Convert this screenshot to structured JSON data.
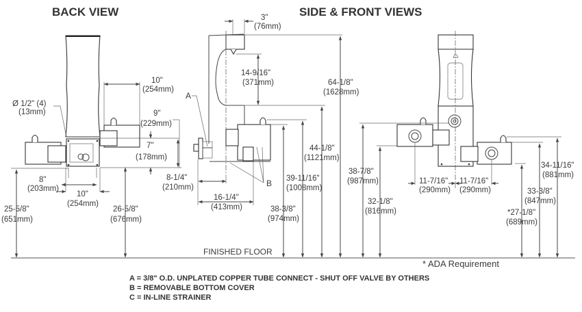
{
  "titles": {
    "back_view": "BACK VIEW",
    "side_front_views": "SIDE & FRONT VIEWS"
  },
  "back_view": {
    "hole_diameter": [
      "Ø 1/2\" (4)",
      "(13mm)"
    ],
    "width_top": [
      "10\"",
      "(254mm)"
    ],
    "height_9": [
      "9\"",
      "(229mm)"
    ],
    "height_7": [
      "7\"",
      "(178mm)"
    ],
    "width_8": [
      "8\"",
      "(203mm)"
    ],
    "width_10": [
      "10\"",
      "(254mm)"
    ],
    "height_25": [
      "25-5/8\"",
      "(651mm)"
    ],
    "height_26": [
      "26-5/8\"",
      "(676mm)"
    ]
  },
  "side_view": {
    "top_offset": [
      "3\"",
      "(76mm)"
    ],
    "spout_height": [
      "14-9/16\"",
      "(371mm)"
    ],
    "overall_height": [
      "64-1/8\"",
      "(1628mm)"
    ],
    "depth_8": [
      "8-1/4\"",
      "(210mm)"
    ],
    "depth_16": [
      "16-1/4\"",
      "(413mm)"
    ],
    "height_44": [
      "44-1/8\"",
      "(1121mm)"
    ],
    "height_39": [
      "39-11/16\"",
      "(1008mm)"
    ],
    "height_38": [
      "38-3/8\"",
      "(974mm)"
    ],
    "label_a": "A",
    "label_b": "B",
    "floor_label": "FINISHED FLOOR"
  },
  "front_view": {
    "height_38": [
      "38-7/8\"",
      "(987mm)"
    ],
    "height_32": [
      "32-1/8\"",
      "(816mm)"
    ],
    "offset_left": [
      "11-7/16\"",
      "(290mm)"
    ],
    "offset_right": [
      "11-7/16\"",
      "(290mm)"
    ],
    "height_34": [
      "34-11/16\"",
      "(881mm)"
    ],
    "height_33": [
      "33-3/8\"",
      "(847mm)"
    ],
    "height_27": [
      "*27-1/8\"",
      "(689mm)"
    ],
    "ada_note": "* ADA Requirement"
  },
  "legend": [
    "A = 3/8\" O.D. UNPLATED COPPER TUBE CONNECT - SHUT OFF VALVE BY OTHERS",
    "B = REMOVABLE BOTTOM COVER",
    "C = IN-LINE STRAINER"
  ]
}
